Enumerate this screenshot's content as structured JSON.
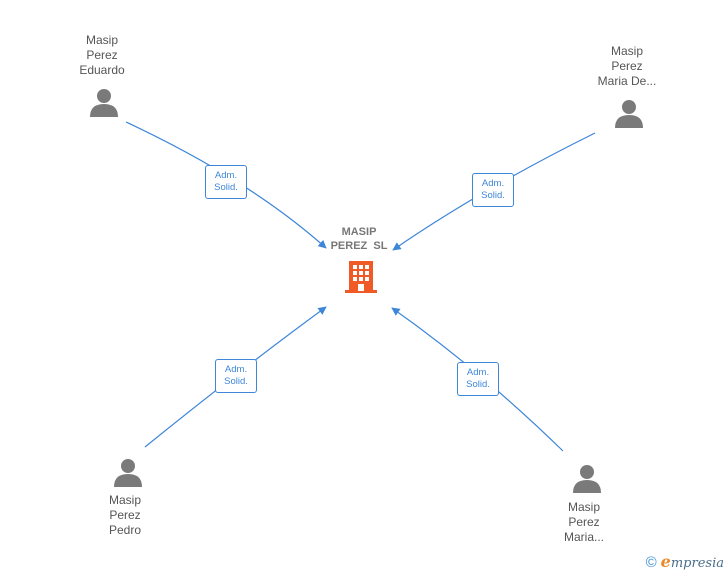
{
  "company": {
    "name_line1": "MASIP",
    "name_line2": "PEREZ  SL",
    "icon": "building-icon",
    "color": "#ef5a27"
  },
  "people": [
    {
      "id": "eduardo",
      "line1": "Masip",
      "line2": "Perez",
      "line3": "Eduardo",
      "role_line1": "Adm.",
      "role_line2": "Solid."
    },
    {
      "id": "mariade",
      "line1": "Masip",
      "line2": "Perez",
      "line3": "Maria De...",
      "role_line1": "Adm.",
      "role_line2": "Solid."
    },
    {
      "id": "pedro",
      "line1": "Masip",
      "line2": "Perez",
      "line3": "Pedro",
      "role_line1": "Adm.",
      "role_line2": "Solid."
    },
    {
      "id": "maria",
      "line1": "Masip",
      "line2": "Perez",
      "line3": "Maria...",
      "role_line1": "Adm.",
      "role_line2": "Solid."
    }
  ],
  "colors": {
    "edge": "#3d86d8",
    "person_icon": "#7a7a7a",
    "label": "#555555"
  },
  "footer": {
    "copyright": "©",
    "brand_initial": "e",
    "brand_rest": "mpresia"
  }
}
